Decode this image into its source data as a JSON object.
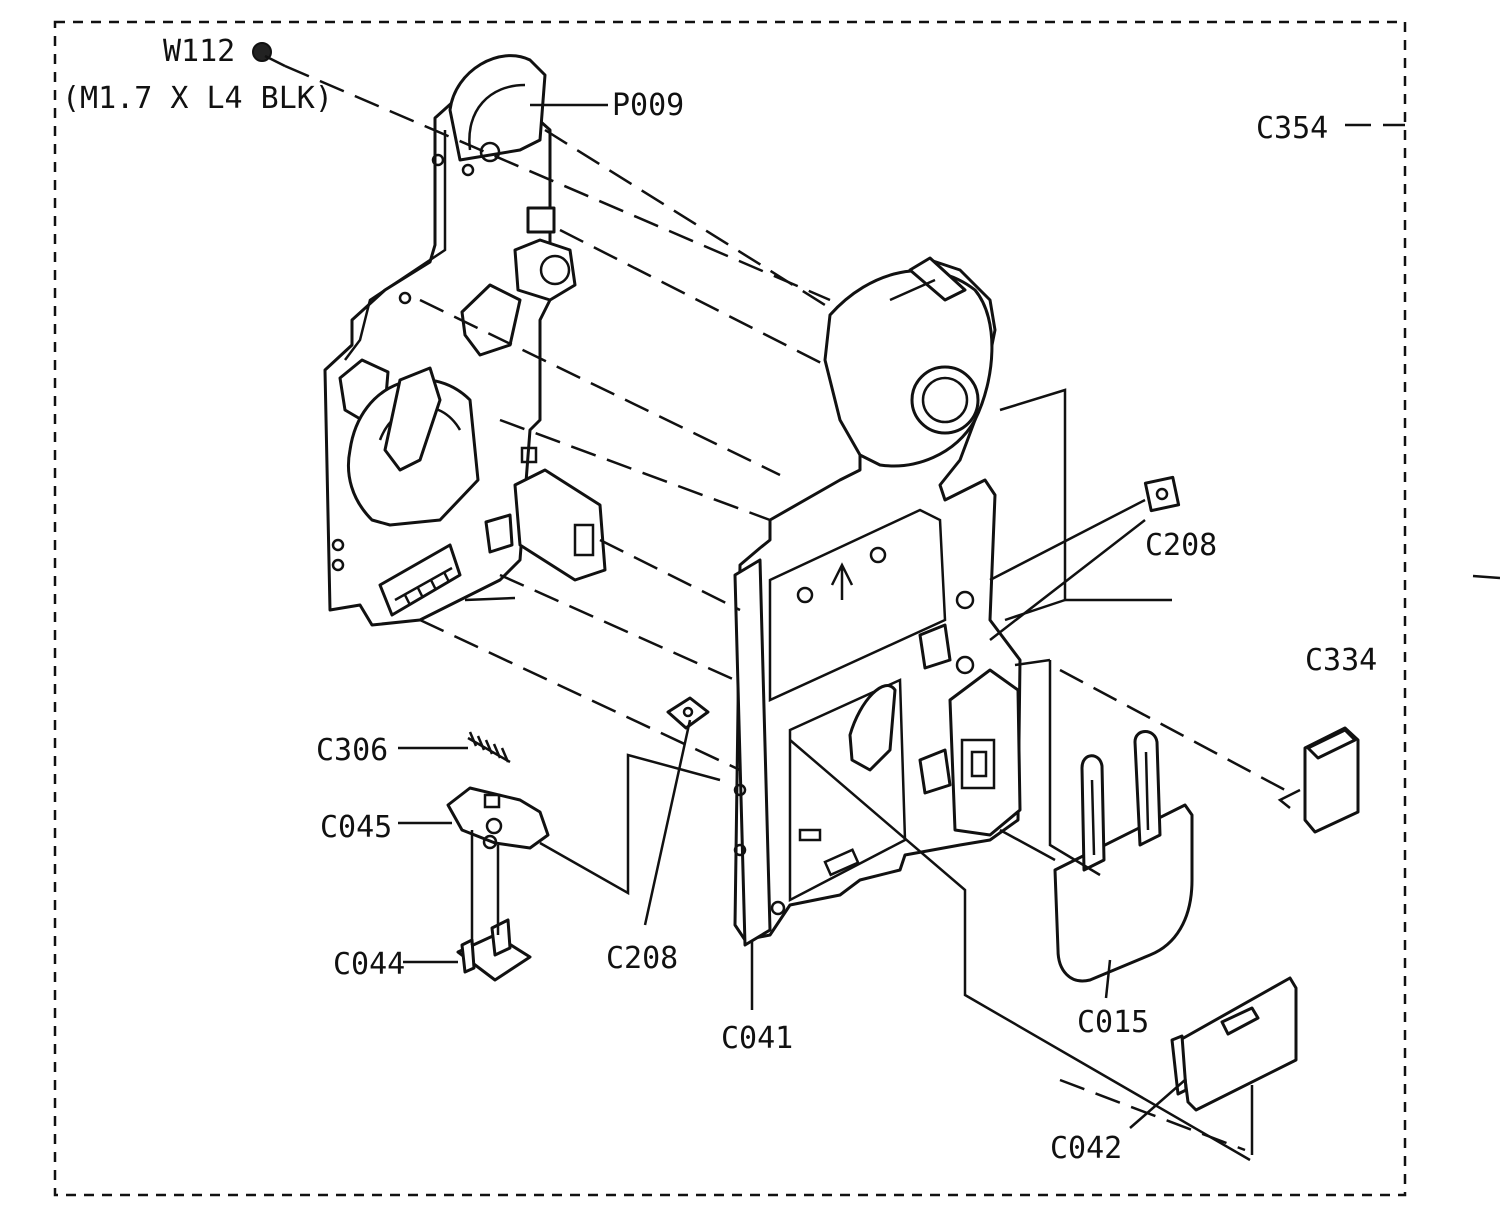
{
  "labels": {
    "w112": "W112",
    "w112_spec": "(M1.7 X L4 BLK)",
    "p009": "P009",
    "c354": "C354",
    "c208_right": "C208",
    "c334": "C334",
    "c306": "C306",
    "c045": "C045",
    "c044": "C044",
    "c208_center": "C208",
    "c041": "C041",
    "c015": "C015",
    "c042": "C042"
  }
}
